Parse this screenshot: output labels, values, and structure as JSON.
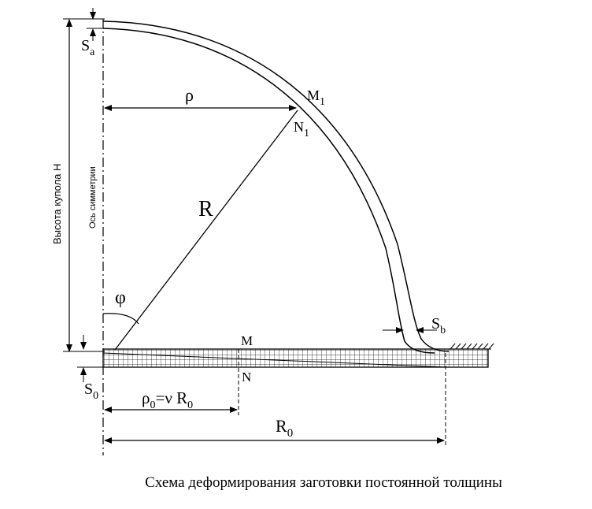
{
  "labels": {
    "s_a": "S",
    "s_a_sub": "a",
    "rho": "ρ",
    "m1": "M",
    "m1_sub": "1",
    "n1": "N",
    "n1_sub": "1",
    "r": "R",
    "phi": "φ",
    "s_b": "S",
    "s_b_sub": "b",
    "m": "M",
    "n": "N",
    "s0": "S",
    "s0_sub": "0",
    "rho0_a": "ρ",
    "rho0_sub": "0",
    "rho0_b": "=ν R",
    "rho0_sub2": "0",
    "r0": "R",
    "r0_sub": "0",
    "height": "Высота купола Н",
    "axis": "Ось симметрии"
  },
  "caption": "Схема деформирования заготовки постоянной толщины"
}
